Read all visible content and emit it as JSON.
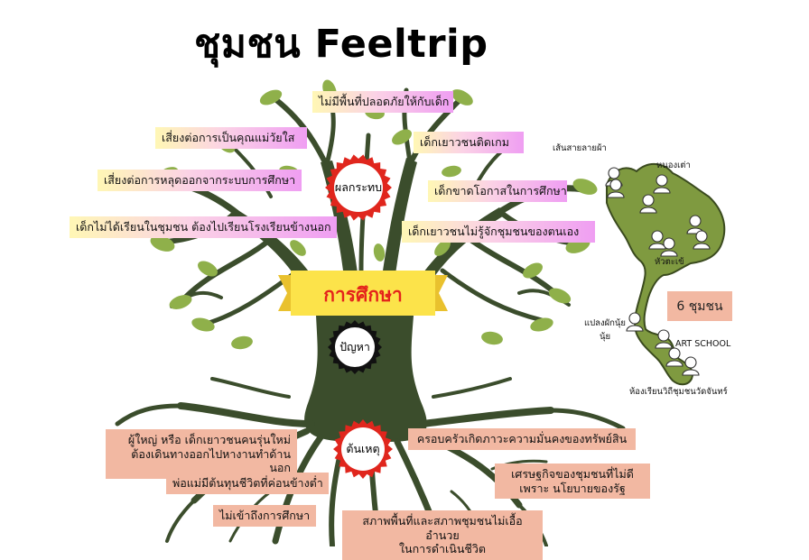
{
  "title": "ชุมชน Feeltrip",
  "center_banner": "การศึกษา",
  "badges": {
    "effects": "ผลกระทบ",
    "problem": "ปัญหา",
    "causes": "ต้นเหตุ"
  },
  "effects": [
    "ไม่มีพื้นที่ปลอดภัยให้กับเด็ก",
    "เสี่ยงต่อการเป็นคุณแม่วัยใส",
    "เด็กเยาวชนติดเกม",
    "เสี่ยงต่อการหลุดออกจากระบบการศึกษา",
    "เด็กขาดโอกาสในการศึกษา",
    "เด็กไม่ได้เรียนในชุมชน ต้องไปเรียนโรงเรียนข้างนอก",
    "เด็กเยาวชนไม่รู้จักชุมชนของตนเอง"
  ],
  "causes": [
    "ผู้ใหญ่ หรือ เด็กเยาวชนคนรุ่นใหม่\nต้องเดินทางออกไปหางานทำด้านนอก",
    "ครอบครัวเกิดภาวะความมั่นคงของทรัพย์สิน",
    "พ่อแม่มีต้นทุนชีวิตที่ค่อนข้างต่ำ",
    "เศรษฐกิจของชุมชนที่ไม่ดี\nเพราะ นโยบายของรัฐ",
    "ไม่เข้าถึงการศึกษา",
    "สภาพพื้นที่และสภาพชุมชนไม่เอื้ออำนวย\nในการดำเนินชีวิต"
  ],
  "map": {
    "communities": [
      "เส้นสายลายผ้า",
      "หนองเต่า",
      "หัวตะเข้",
      "แปลงผักนุ้ย\nนุ้ย",
      "ART SCHOOL",
      "ห้องเรียนวิถีชุมชนวัดจันทร์"
    ],
    "count_label": "6 ชุมชน"
  },
  "colors": {
    "tree": "#3b4d2c",
    "leaf": "#8fb04a",
    "map_fill": "#7f9a40",
    "burst_red": "#e0261d",
    "banner_yellow": "#fce34a",
    "cause_box": "#f2b8a2"
  }
}
